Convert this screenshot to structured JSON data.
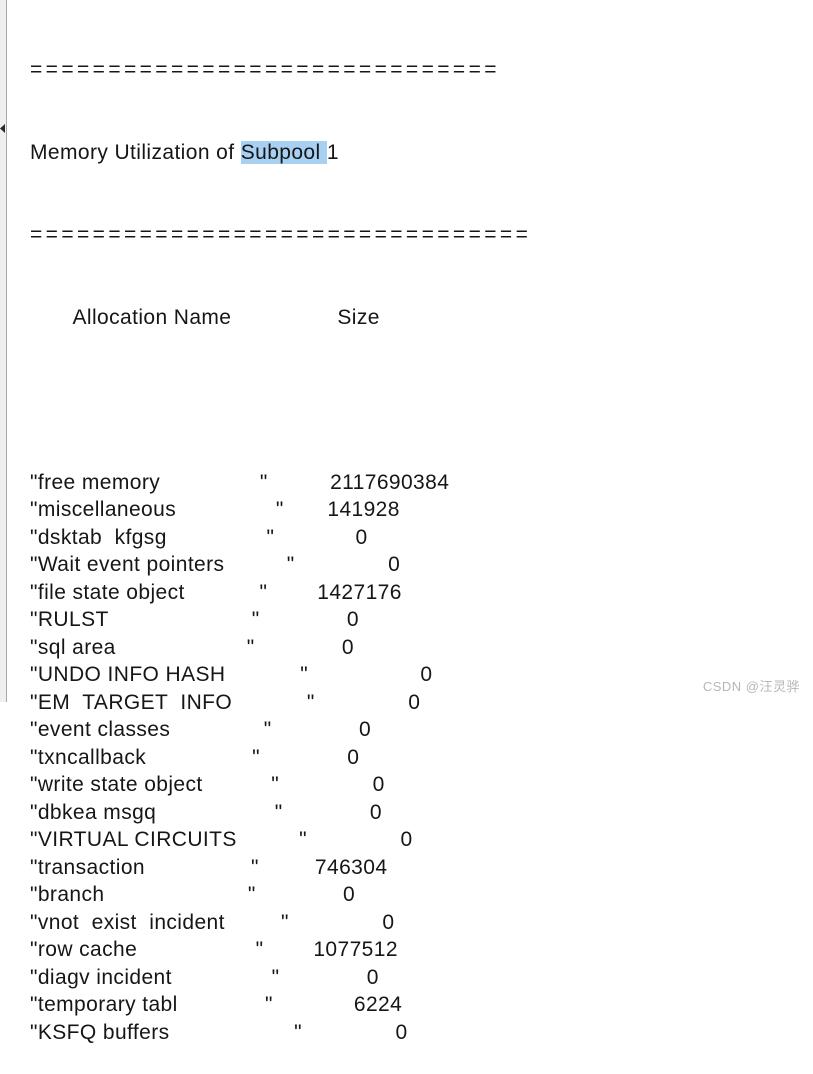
{
  "console": {
    "separator_top": {
      "char": "=",
      "count": 30
    },
    "title": {
      "prefix": "Memory Utilization of ",
      "selected": "Subpool ",
      "suffix": "1"
    },
    "separator_bottom": {
      "char": "=",
      "count": 32
    },
    "header": {
      "lead_spaces": 7,
      "columns": [
        "Allocation Name",
        "Size"
      ],
      "gap_spaces": 17
    },
    "rows": [
      {
        "name": "free memory",
        "pad1": 16,
        "pad2": 10,
        "value": "2117690384"
      },
      {
        "name": "miscellaneous",
        "pad1": 16,
        "pad2": 7,
        "value": "141928"
      },
      {
        "name": "dsktab  kfgsg",
        "pad1": 16,
        "pad2": 13,
        "value": "0"
      },
      {
        "name": "Wait event pointers",
        "pad1": 10,
        "pad2": 15,
        "value": "0"
      },
      {
        "name": "file state object",
        "pad1": 12,
        "pad2": 8,
        "value": "1427176"
      },
      {
        "name": "RULST",
        "pad1": 23,
        "pad2": 14,
        "value": "0"
      },
      {
        "name": "sql area",
        "pad1": 21,
        "pad2": 14,
        "value": "0"
      },
      {
        "name": "UNDO INFO HASH",
        "pad1": 12,
        "pad2": 18,
        "value": "0"
      },
      {
        "name": "EM  TARGET  INFO",
        "pad1": 12,
        "pad2": 15,
        "value": "0"
      },
      {
        "name": "event classes",
        "pad1": 15,
        "pad2": 14,
        "value": "0"
      },
      {
        "name": "txncallback",
        "pad1": 17,
        "pad2": 14,
        "value": "0"
      },
      {
        "name": "write state object",
        "pad1": 11,
        "pad2": 15,
        "value": "0"
      },
      {
        "name": "dbkea msgq",
        "pad1": 19,
        "pad2": 14,
        "value": "0"
      },
      {
        "name": "VIRTUAL CIRCUITS",
        "pad1": 10,
        "pad2": 15,
        "value": "0"
      },
      {
        "name": "transaction",
        "pad1": 17,
        "pad2": 9,
        "value": "746304"
      },
      {
        "name": "branch",
        "pad1": 23,
        "pad2": 14,
        "value": "0"
      },
      {
        "name": "vnot  exist  incident",
        "pad1": 9,
        "pad2": 15,
        "value": "0"
      },
      {
        "name": "row cache",
        "pad1": 19,
        "pad2": 8,
        "value": "1077512"
      },
      {
        "name": "diagv incident",
        "pad1": 16,
        "pad2": 14,
        "value": "0"
      },
      {
        "name": "temporary tabl",
        "pad1": 14,
        "pad2": 13,
        "value": "6224"
      }
    ],
    "partial_row": {
      "name": "KSFQ buffers",
      "pad1": 20,
      "pad2": 15,
      "value": "0"
    }
  },
  "colors": {
    "selection": "#a7d0f2",
    "text": "#161616",
    "gutter_bg": "#efefef",
    "gutter_border": "#a8a8a8",
    "watermark": "#b6b6b6"
  },
  "watermark": {
    "text": "CSDN @汪灵骅"
  }
}
